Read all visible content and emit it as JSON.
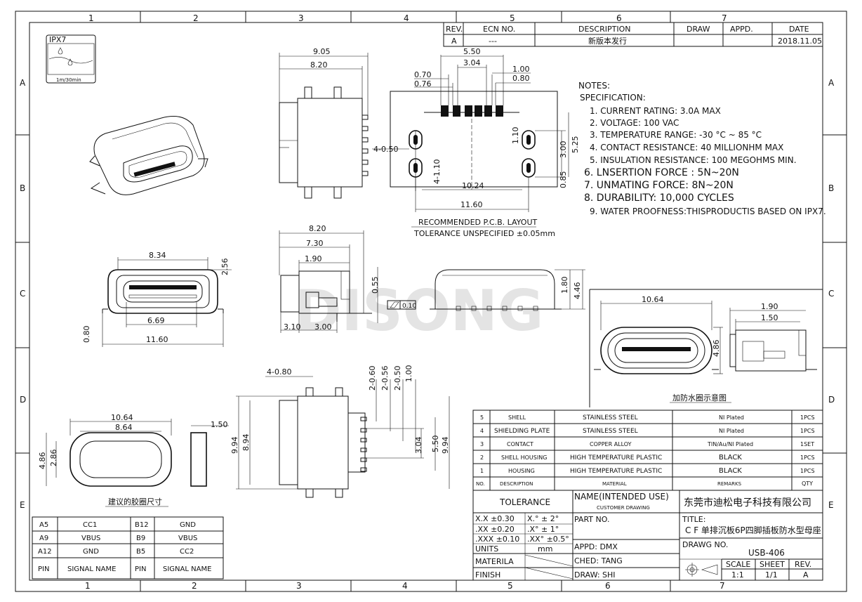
{
  "border": {
    "cols": [
      "1",
      "2",
      "3",
      "4",
      "5",
      "6",
      "7"
    ],
    "rows": [
      "A",
      "B",
      "C",
      "D",
      "E"
    ]
  },
  "revision_table": {
    "headers": [
      "REV.",
      "ECN NO.",
      "DESCRIPTION",
      "DRAW",
      "APPD.",
      "DATE"
    ],
    "row": [
      "A",
      "---",
      "新版本发行",
      "",
      "",
      "2018.11.05"
    ]
  },
  "ipx_badge": {
    "label": "IPX7",
    "sub": "1m/30min"
  },
  "notes": {
    "title": "NOTES:",
    "spec": "SPECIFICATION:",
    "items": [
      "1. CURRENT RATING: 3.0A MAX",
      "2. VOLTAGE: 100 VAC",
      "3. TEMPERATURE RANGE: -30 °C ~ 85 °C",
      "4. CONTACT RESISTANCE: 40 MILLIONHM MAX",
      "5. INSULATION RESISTANCE: 100 MEGOHMS MIN.",
      "6. LNSERTION FORCE : 5N~20N",
      "7. UNMATING FORCE: 8N~20N",
      "8. DURABILITY:  10,000 CYCLES",
      "9. WATER PROOFNESS:THISPRODUCTIS BASED ON IPX7."
    ]
  },
  "pcb": {
    "caption1": "RECOMMENDED  P.C.B. LAYOUT",
    "caption2": "TOLERANCE UNSPECIFIED ±0.05mm",
    "dims": {
      "d550": "5.50",
      "d304": "3.04",
      "d070": "0.70",
      "d076": "0.76",
      "d100": "1.00",
      "d080": "0.80",
      "d4050": "4-0.50",
      "d4110": "4-1.10",
      "d110": "1.10",
      "d300": "3.00",
      "d525": "5.25",
      "d085": "0.85",
      "d1024": "10.24",
      "d1160": "11.60"
    }
  },
  "top_view": {
    "d905": "9.05",
    "d820": "8.20"
  },
  "front_view": {
    "d834": "8.34",
    "d256": "2.56",
    "d669": "6.69",
    "d080": "0.80",
    "d1160": "11.60"
  },
  "side_view": {
    "d820": "8.20",
    "d730": "7.30",
    "d190": "1.90",
    "d055": "0.55",
    "d310": "3.10",
    "d300": "3.00"
  },
  "end_view": {
    "flatness": "0.10",
    "d180": "1.80",
    "d446": "4.46"
  },
  "seal_view": {
    "d1064": "10.64",
    "d486": "4.86",
    "d190": "1.90",
    "d150": "1.50",
    "caption": "加防水圈示意图"
  },
  "gasket": {
    "d1064": "10.64",
    "d864": "8.64",
    "d486": "4.86",
    "d286": "2.86",
    "d150": "1.50",
    "caption": "建议的胶圈尺寸"
  },
  "bottom_view": {
    "d4080": "4-0.80",
    "d2060": "2-0.60",
    "d2056": "2-0.56",
    "d2050": "2-0.50",
    "d100": "1.00",
    "d994": "9.94",
    "d894": "8.94",
    "d304": "3.04",
    "d550": "5.50",
    "d994r": "9.94"
  },
  "pin_table": {
    "rows": [
      [
        "A5",
        "CC1",
        "B12",
        "GND"
      ],
      [
        "A9",
        "VBUS",
        "B9",
        "VBUS"
      ],
      [
        "A12",
        "GND",
        "B5",
        "CC2"
      ],
      [
        "PIN",
        "SIGNAL NAME",
        "PIN",
        "SIGNAL NAME"
      ]
    ]
  },
  "bom": {
    "rows": [
      [
        "5",
        "SHELL",
        "STAINLESS STEEL",
        "NI Plated",
        "1PCS"
      ],
      [
        "4",
        "SHIELDING PLATE",
        "STAINLESS STEEL",
        "NI Plated",
        "1PCS"
      ],
      [
        "3",
        "CONTACT",
        "COPPER ALLOY",
        "TIN/Au/NI Plated",
        "1SET"
      ],
      [
        "2",
        "SHELL HOUSING",
        "HIGH TEMPERATURE PLASTIC",
        "BLACK",
        "1PCS"
      ],
      [
        "1",
        "HOUSING",
        "HIGH TEMPERATURE PLASTIC",
        "BLACK",
        "1PCS"
      ],
      [
        "NO.",
        "DESCRIPTION",
        "MATERIAL",
        "REMARKS",
        "QTY"
      ]
    ]
  },
  "title_block": {
    "tolerance": "TOLERANCE",
    "tol_rows": [
      [
        "X.X  ±0.30",
        "X.°  ± 2°"
      ],
      [
        ".XX  ±0.20",
        ".X°  ± 1°"
      ],
      [
        ".XXX ±0.10",
        ".XX° ±0.5°"
      ]
    ],
    "units_label": "UNITS",
    "units_val": "mm",
    "materila": "MATERILA",
    "finish": "FINISH",
    "name_label": "NAME(INTENDED USE)",
    "customer": "CUSTOMER DRAWING",
    "partno": "PART NO.",
    "appd": "APPD:  DMX",
    "ched": "CHED:  TANG",
    "draw": "DRAW:  SHI",
    "company": "东莞市迪松电子科技有限公司",
    "title_label": "TITLE:",
    "title_val": "C F 单排沉板6P四脚插板防水型母座",
    "drawg_label": "DRAWG NO.",
    "drawg_val": "USB-406",
    "scale_label": "SCALE",
    "sheet_label": "SHEET",
    "rev_label": "REV.",
    "scale_val": "1:1",
    "sheet_val": "1/1",
    "rev_val": "A"
  },
  "watermark": "DISONG"
}
